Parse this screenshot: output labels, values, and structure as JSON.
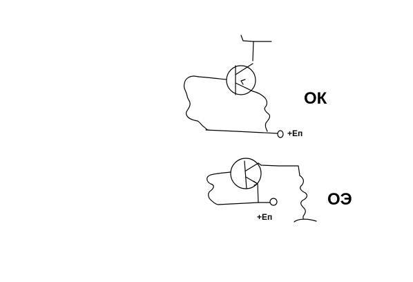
{
  "diagram": {
    "top_circuit": {
      "label": "ОК",
      "supply_label": "+Еп"
    },
    "bottom_circuit": {
      "label": "ОЭ",
      "supply_label": "+Еп"
    }
  },
  "colors": {
    "background": "#ffffff",
    "ink": "#000000"
  }
}
